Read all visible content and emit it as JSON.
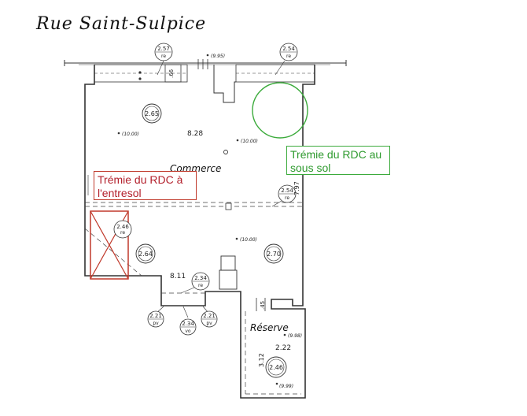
{
  "street_name": "Rue Saint-Sulpice",
  "rooms": {
    "commerce": "Commerce",
    "reserve": "Réserve"
  },
  "callouts": {
    "tremie_entresol": "Trémie du RDC à l'entresol",
    "tremie_sous_sol": "Trémie du RDC au sous sol"
  },
  "ceiling_heights": {
    "front": "2.65",
    "middle_left": "2.64",
    "middle_right": "2.70",
    "reserve": "2.46",
    "tremie": "2.46"
  },
  "beam_heights": {
    "window_left": "2.57",
    "window_right": "2.54",
    "side_right": "2.54",
    "back": "2.34",
    "tremie": "2.46",
    "suffix_re": "re"
  },
  "floor_levels": {
    "entrance": "(9.95)",
    "front": "(10.00)",
    "center": "(10.00)",
    "back": "(10.00)",
    "reserve_top": "(9.98)",
    "reserve_bottom": "(9.99)"
  },
  "dimensions": {
    "front_depth": "8.28",
    "back_width": "8.11",
    "right_height": "7.97",
    "reserve_width": "2.22",
    "reserve_height": "3.12",
    "pier": ".66",
    "door": ".45"
  },
  "openings": [
    {
      "label": "2.21",
      "type": "pv"
    },
    {
      "label": "2.34",
      "type": "vo"
    },
    {
      "label": "2.21",
      "type": "pv"
    }
  ],
  "colors": {
    "line": "#333333",
    "tremie_entresol": "#c0392b",
    "tremie_sous_sol": "#3cab3c"
  }
}
